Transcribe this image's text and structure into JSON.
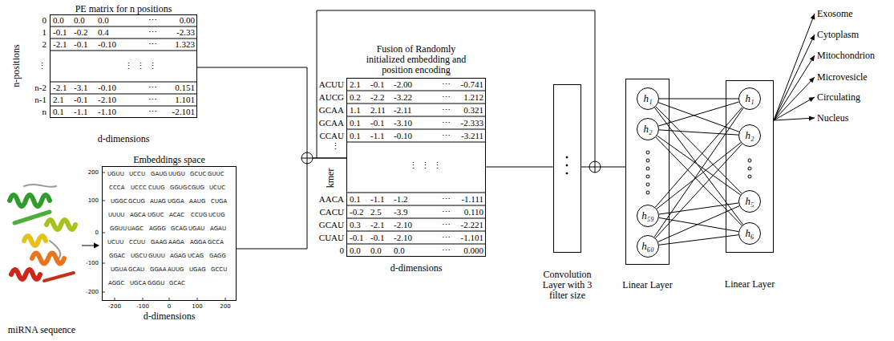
{
  "diagram": {
    "nodes": [
      {
        "text": [
          "PE matrix for n positions"
        ]
      },
      {
        "text": [
          "Embeddings space"
        ]
      },
      {
        "text": [
          "Fusion of Randomly initialized embedding and position encoding"
        ]
      },
      {
        "text": [
          "Convolution Layer with 3 filter size"
        ]
      },
      {
        "text": [
          "Linear Layer"
        ]
      },
      {
        "text": [
          "h₁"
        ],
        "in": 4
      },
      {
        "text": [
          "h₂"
        ],
        "in": 4
      },
      {
        "text": [
          "h₅₉"
        ],
        "in": 4
      },
      {
        "text": [
          "h₆₀"
        ],
        "in": 4
      },
      {
        "text": [
          "Linear Layer"
        ]
      },
      {
        "text": [
          "h₁"
        ],
        "in": 9
      },
      {
        "text": [
          "h₂"
        ],
        "in": 9
      },
      {
        "text": [
          "h₅"
        ],
        "in": 9
      },
      {
        "text": [
          "h₆"
        ],
        "in": 9
      },
      {
        "text": [
          "Exosome"
        ]
      },
      {
        "text": [
          "Cytoplasm"
        ]
      },
      {
        "text": [
          "Mitochondrion"
        ]
      },
      {
        "text": [
          "Microvesicle"
        ]
      },
      {
        "text": [
          "Circulating"
        ]
      },
      {
        "text": [
          "Nucleus"
        ]
      }
    ],
    "edges": [
      {
        "from": 0,
        "to": 2,
        "arrow": "none"
      },
      {
        "from": 1,
        "to": 2,
        "arrow": "none"
      },
      {
        "from": 2,
        "to": 3,
        "arrow": "none"
      },
      {
        "from": 3,
        "to": 4,
        "arrow": "none"
      },
      {
        "from": 5,
        "to": 10,
        "arrow": "none"
      },
      {
        "from": 5,
        "to": 11,
        "arrow": "none"
      },
      {
        "from": 5,
        "to": 12,
        "arrow": "none"
      },
      {
        "from": 5,
        "to": 13,
        "arrow": "none"
      },
      {
        "from": 6,
        "to": 10,
        "arrow": "none"
      },
      {
        "from": 6,
        "to": 11,
        "arrow": "none"
      },
      {
        "from": 6,
        "to": 12,
        "arrow": "none"
      },
      {
        "from": 6,
        "to": 13,
        "arrow": "none"
      },
      {
        "from": 7,
        "to": 10,
        "arrow": "none"
      },
      {
        "from": 7,
        "to": 11,
        "arrow": "none"
      },
      {
        "from": 7,
        "to": 12,
        "arrow": "none"
      },
      {
        "from": 7,
        "to": 13,
        "arrow": "none"
      },
      {
        "from": 8,
        "to": 10,
        "arrow": "none"
      },
      {
        "from": 8,
        "to": 11,
        "arrow": "none"
      },
      {
        "from": 8,
        "to": 12,
        "arrow": "none"
      },
      {
        "from": 8,
        "to": 13,
        "arrow": "none"
      },
      {
        "from": 9,
        "to": 14,
        "arrow": "to"
      },
      {
        "from": 9,
        "to": 15,
        "arrow": "to"
      },
      {
        "from": 9,
        "to": 16,
        "arrow": "to"
      },
      {
        "from": 9,
        "to": 17,
        "arrow": "to"
      },
      {
        "from": 9,
        "to": 18,
        "arrow": "to"
      },
      {
        "from": 9,
        "to": 19,
        "arrow": "to"
      }
    ],
    "labels": [
      "n-positions",
      "0",
      "1",
      "2",
      "⋮",
      "n-2",
      "n-1",
      "n",
      "0.0",
      "0.0",
      "0.0",
      "⋯",
      "0.00",
      "-0.1",
      "-0.2",
      "0.4",
      "⋯",
      "-2.33",
      "-2.1",
      "-0.1",
      "-0.10",
      "⋯",
      "1.323",
      "⋮",
      "⋮",
      "⋮",
      "-2.1",
      "-3.1",
      "-0.10",
      "⋯",
      "0.151",
      "2.1",
      "-0.1",
      "-2.10",
      "⋯",
      "1.101",
      "0.1",
      "-1.1",
      "-1.10",
      "⋯",
      "-2.101",
      "d-dimensions",
      "UGUU",
      "UCCU",
      "GAUG",
      "UUGU",
      "GCUC",
      "GUUC",
      "CCCA",
      "UCCC",
      "CUUG",
      "GGUG",
      "CGUG",
      "UCUC",
      "UGGC",
      "GCUG",
      "AUAG",
      "UGGA",
      "AAUG",
      "CUGA",
      "UUUU",
      "AGCA",
      "UGUC",
      "ACAC",
      "CCUG",
      "UCUG",
      "GGUU",
      "UAGC",
      "AGGG",
      "GCAG",
      "UGAU",
      "AGAU",
      "UCUU",
      "CCUU",
      "GAAG",
      "AAGA",
      "AGGA",
      "GCCA",
      "GGAC",
      "UGCU",
      "GUUU",
      "AGAG",
      "UCAG",
      "GAGG",
      "UGUA",
      "GCAU",
      "GGAA",
      "AUUG",
      "UGAG",
      "GCCU",
      "AGGC",
      "UGCA",
      "GGGU",
      "GCAC",
      "200",
      "100",
      "0",
      "-100",
      "-200",
      "-200",
      "-100",
      "0",
      "100",
      "200",
      "d-dimensions",
      "miRNA sequence",
      "kmer",
      "ACUU",
      "AUCG",
      "GCAA",
      "GCAA",
      "CCAU",
      "⋮",
      "AACA",
      "CACU",
      "GCAU",
      "CUAU",
      "0",
      "2.1",
      "-0.1",
      "-2.00",
      "⋯",
      "-0.741",
      "0.2",
      "-2.2",
      "-3.22",
      "⋯",
      "1.212",
      "1.1",
      "2.11",
      "-2.11",
      "⋯",
      "0.321",
      "0.1",
      "-0.1",
      "-3.10",
      "⋯",
      "-2.333",
      "0.1",
      "-1.1",
      "-0.10",
      "⋯",
      "-3.211",
      "⋮",
      "⋮",
      "⋮",
      "0.1",
      "-1.1",
      "-1.2",
      "⋯",
      "-1.111",
      "-0.2",
      "2.5",
      "-3.9",
      "⋯",
      "0.110",
      "0.3",
      "-2.1",
      "-2.10",
      "⋯",
      "-2.221",
      "-0.1",
      "-0.1",
      "-2.10",
      "⋯",
      "-1.101",
      "0.0",
      "0.0",
      "0.0",
      "⋯",
      "0.000",
      "d-dimensions"
    ]
  }
}
